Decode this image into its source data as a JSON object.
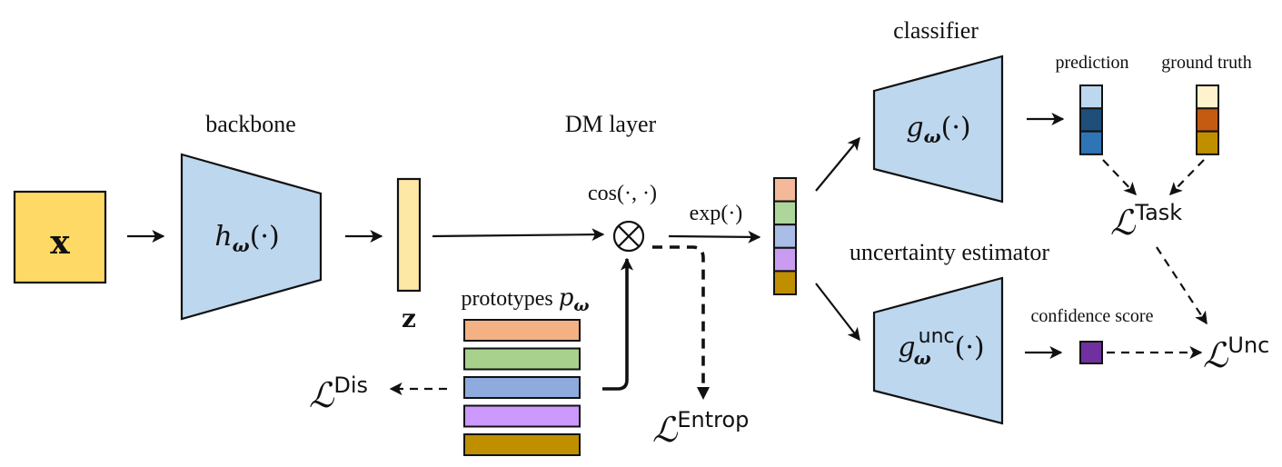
{
  "labels": {
    "backbone": "backbone",
    "dm_layer": "DM layer",
    "classifier": "classifier",
    "uncertainty_estimator": "uncertainty estimator",
    "prediction": "prediction",
    "ground_truth": "ground truth",
    "confidence_score": "confidence score",
    "prototypes": "prototypes",
    "z": "z",
    "x": "x",
    "cos": "cos(·, ·)",
    "exp": "exp(·)"
  },
  "math": {
    "h_func": "h",
    "g_func": "g",
    "omega": "ω",
    "arg": "(·)",
    "p": "p",
    "unc_sup": "unc",
    "loss_symbol": "ℒ",
    "loss_dis": "Dis",
    "loss_entrop": "Entrop",
    "loss_task": "Task",
    "loss_unc": "Unc"
  },
  "colors": {
    "input": "#ffd966",
    "z_vector": "#fde8a6",
    "network": "#bdd7ee",
    "dm_cells": [
      "#f4b89a",
      "#aed69a",
      "#a9bde6",
      "#c99cf2",
      "#bf8f00"
    ],
    "prediction_cells": [
      "#bdd7ee",
      "#1f4e79",
      "#2e75b6"
    ],
    "ground_truth_cells": [
      "#fff2cc",
      "#c55a11",
      "#bf8f00"
    ],
    "confidence": "#7030a0",
    "prototype_bars": [
      "#f4b183",
      "#a9d18e",
      "#8faadc",
      "#cc99ff",
      "#bf8f00"
    ]
  }
}
